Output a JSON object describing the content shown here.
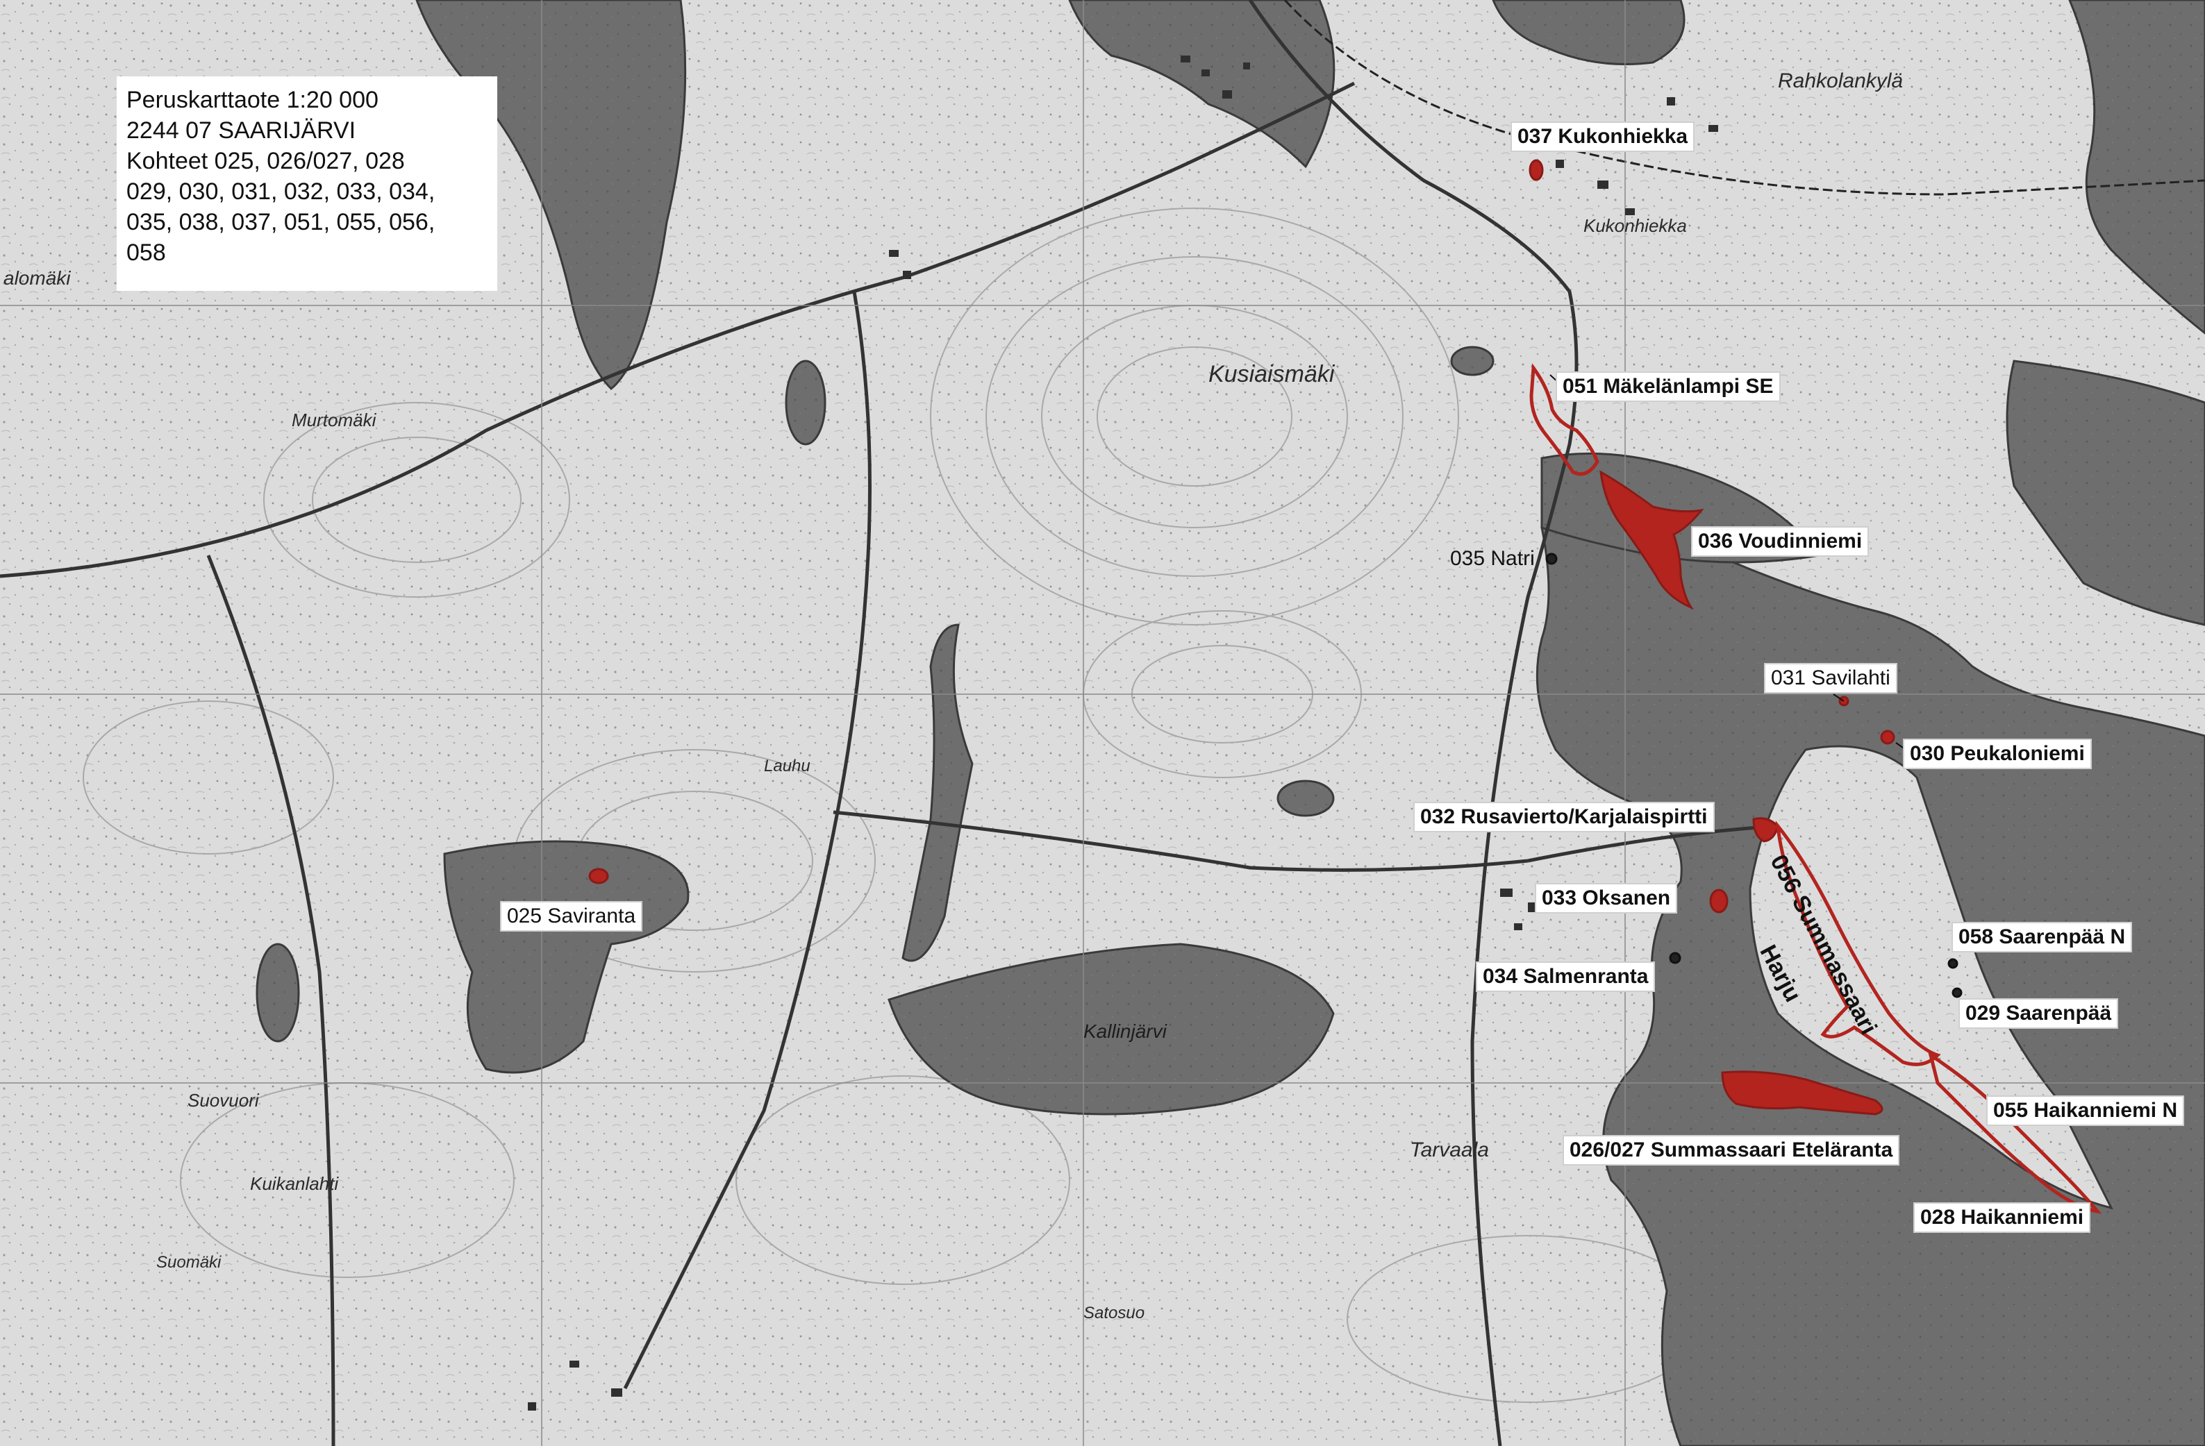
{
  "header": {
    "line1": "Peruskarttaote 1:20 000",
    "line2": "2244 07 SAARIJÄRVI",
    "line3": "Kohteet   025, 026/027, 028",
    "line4": "029, 030, 031, 032, 033, 034,",
    "line5": "035, 038, 037, 051, 055, 056,",
    "line6": "058"
  },
  "sites": {
    "s037": "037 Kukonhiekka",
    "s051": "051 Mäkelänlampi SE",
    "s036": "036 Voudinniemi",
    "s035": "035 Natri",
    "s031": "031 Savilahti",
    "s030": "030 Peukaloniemi",
    "s032": "032 Rusavierto/Karjalaispirtti",
    "s033": "033 Oksanen",
    "s034": "034 Salmenranta",
    "s058": "058 Saarenpää N",
    "s029": "029 Saarenpää",
    "s055": "055 Haikanniemi N",
    "s026": "026/027 Summassaari Eteläranta",
    "s028": "028 Haikanniemi",
    "s025": "025 Saviranta",
    "s056a": "056 Summassaari",
    "s056b": "Harju"
  },
  "places": {
    "kusiaismaki": "Kusiaismäki",
    "rahkola": "Rahkolankylä",
    "kukonhiekka": "Kukonhiekka",
    "murtomaki": "Murtomäki",
    "suovuori": "Suovuori",
    "tarvaala": "Tarvaala",
    "kuikanlahti": "Kuikanlahti",
    "lauhu": "Lauhu",
    "alomaki": "alomäki",
    "suomaki": "Suomäki",
    "satosuo": "Satosuo",
    "kallinjarvi": "Kallinjärvi"
  },
  "colors": {
    "water": "#6f6f6f",
    "land": "#dedede",
    "site": "#b3241f",
    "site_outline": "#8a1a16"
  }
}
